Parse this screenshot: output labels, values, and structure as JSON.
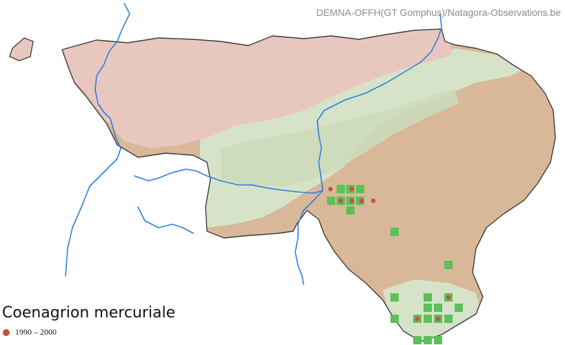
{
  "map": {
    "credit": "DEMNA-OFFH(GT Gomphus)/Natagora-Observations.be",
    "species": "Coenagrion mercuriale",
    "legend": [
      {
        "label": "1990 – 2000",
        "color": "#c8503a"
      }
    ],
    "colors": {
      "region_north": "#e8c7bf",
      "region_central": "#d6e3c9",
      "region_south": "#d8b898",
      "river": "#2b7de0",
      "occurrence_square": "#5cbf58",
      "occurrence_dot": "#c8503a"
    }
  }
}
